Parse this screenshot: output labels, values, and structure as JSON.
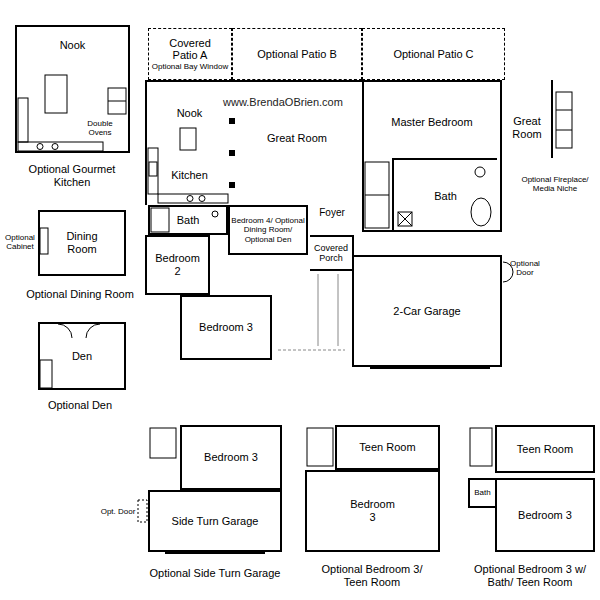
{
  "diagram": {
    "nodes": [
      {
        "text": [
          "Nook"
        ]
      },
      {
        "text": [
          "Covered Patio A",
          "Optional Bay Window"
        ]
      },
      {
        "text": [
          "Optional Patio B"
        ]
      },
      {
        "text": [
          "Optional Patio C"
        ]
      },
      {
        "text": [
          "Nook"
        ]
      },
      {
        "text": [
          "Kitchen"
        ]
      },
      {
        "text": [
          "Great Room"
        ]
      },
      {
        "text": [
          "Master Bedroom"
        ]
      },
      {
        "text": [
          "Bath"
        ],
        "in": 7
      },
      {
        "text": [
          "Dining Room"
        ]
      },
      {
        "text": [
          "Bath"
        ]
      },
      {
        "text": [
          "Bedroom 4/ Optional Dining Room/ Optional Den"
        ]
      },
      {
        "text": [
          "Foyer"
        ]
      },
      {
        "text": [
          "Covered Porch"
        ]
      },
      {
        "text": [
          "Bedroom 2"
        ]
      },
      {
        "text": [
          "2-Car Garage"
        ]
      },
      {
        "text": [
          "Bedroom 3"
        ]
      },
      {
        "text": [
          "Den"
        ]
      },
      {
        "text": [
          "Bedroom 3"
        ]
      },
      {
        "text": [
          "Side Turn Garage"
        ]
      },
      {
        "text": [
          "Teen Room"
        ]
      },
      {
        "text": [
          "Bedroom 3"
        ]
      },
      {
        "text": [
          "Teen Room"
        ]
      },
      {
        "text": [
          "Bath"
        ]
      },
      {
        "text": [
          "Bedroom 3"
        ]
      }
    ],
    "labels": [
      "www.BrendaOBrien.com",
      "Double Ovens",
      "Optional Gourmet Kitchen",
      "Optional Cabinet",
      "Optional Dining Room",
      "Optional Den",
      "Great Room",
      "Optional Fireplace/ Media Niche",
      "Optional Door",
      "Opt. Door",
      "Optional Side Turn Garage",
      "Optional Bedroom 3/ Teen Room",
      "Optional Bedroom 3 w/ Bath/ Teen Room"
    ]
  }
}
